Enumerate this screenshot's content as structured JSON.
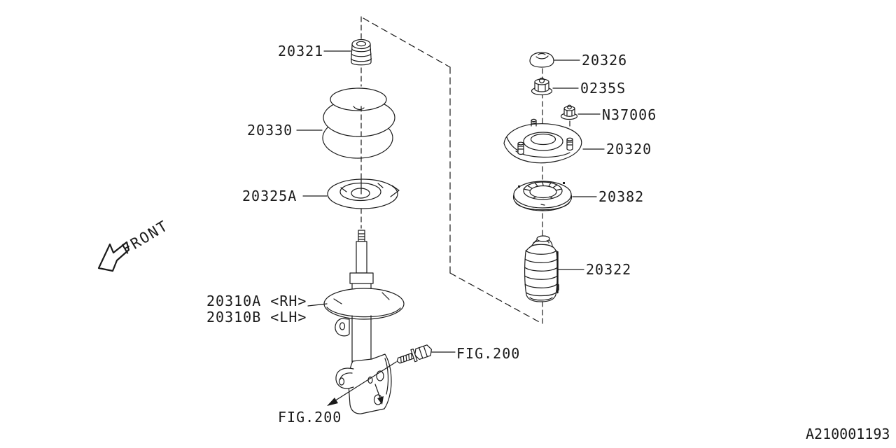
{
  "colors": {
    "background": "#ffffff",
    "line": "#1a1a1a"
  },
  "drawing_id": "A210001193",
  "front_label": "FRONT",
  "labels": {
    "bump_stopper": "20321",
    "coil_spring": "20330",
    "spring_seat_rubber": "20325A",
    "strut_rh": "20310A <RH>",
    "strut_lh": "20310B <LH>",
    "fig_bolt": "FIG.200",
    "fig_knuckle": "FIG.200",
    "cap": "20326",
    "self_locking_nut": "0235S",
    "flange_nut": "N37006",
    "strut_mount": "20320",
    "spring_seat_upper": "20382",
    "dust_cover": "20322"
  }
}
